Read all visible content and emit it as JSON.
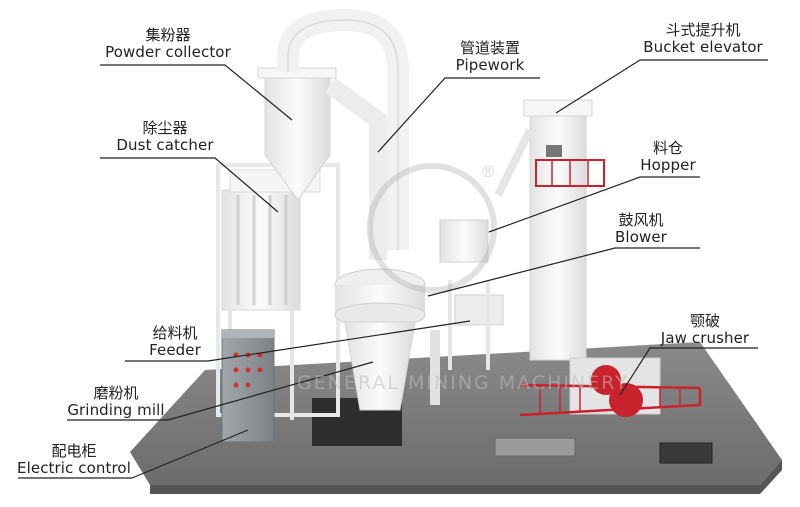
{
  "labels": {
    "powder_collector": {
      "cn": "集粉器",
      "en": "Powder collector"
    },
    "pipework": {
      "cn": "管道装置",
      "en": "Pipework"
    },
    "bucket_elevator": {
      "cn": "斗式提升机",
      "en": "Bucket elevator"
    },
    "dust_catcher": {
      "cn": "除尘器",
      "en": "Dust catcher"
    },
    "hopper": {
      "cn": "料仓",
      "en": "Hopper"
    },
    "blower": {
      "cn": "鼓风机",
      "en": "Blower"
    },
    "feeder": {
      "cn": "给料机",
      "en": "Feeder"
    },
    "jaw_crusher": {
      "cn": "颚破",
      "en": "Jaw crusher"
    },
    "grinding_mill": {
      "cn": "磨粉机",
      "en": "Grinding mill"
    },
    "electric_control": {
      "cn": "配电柜",
      "en": "Electric control"
    }
  },
  "watermark": {
    "text": "GENERAL MINING MACHINERY",
    "mark": "®"
  },
  "colors": {
    "base": "#7f7f7f",
    "machine": "#f2f2f2",
    "railing": "#c8232c",
    "cabinet": "#8f959b",
    "line": "#222222"
  }
}
